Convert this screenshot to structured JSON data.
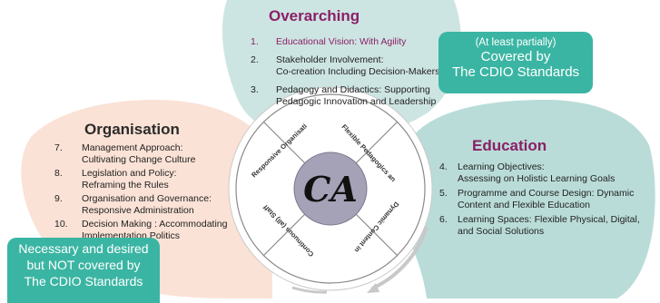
{
  "colors": {
    "overarching_bg": "#cde5e2",
    "organisation_bg": "#fbe2d6",
    "education_bg": "#b9dcd8",
    "box_teal": "#3bb5a3",
    "accent_purple": "#8b1f67",
    "ring": "#ffffff",
    "center_disc": "#a5a1b6"
  },
  "overarching": {
    "title": "Overarching",
    "items": [
      {
        "num": "1.",
        "text": "Educational Vision: With Agility"
      },
      {
        "num": "2.",
        "text": "Stakeholder Involvement:",
        "text2": "Co-creation Including Decision-Makers"
      },
      {
        "num": "3.",
        "text": "Pedagogy and Didactics: Supporting",
        "text2": "Pedagogic Innovation and Leadership"
      }
    ]
  },
  "organisation": {
    "title": "Organisation",
    "items": [
      {
        "num": "7.",
        "text": "Management Approach:",
        "text2": "Cultivating Change Culture"
      },
      {
        "num": "8.",
        "text": "Legislation and Policy:",
        "text2": "Reframing the Rules"
      },
      {
        "num": "9.",
        "text": "Organisation and Governance:",
        "text2": "Responsive Administration"
      },
      {
        "num": "10.",
        "text": "Decision Making : Accommodating",
        "text2": "Implementation Politics"
      }
    ]
  },
  "education": {
    "title": "Education",
    "items": [
      {
        "num": "4.",
        "text": "Learning Objectives:",
        "text2": "Assessing on Holistic Learning Goals"
      },
      {
        "num": "5.",
        "text": "Programme and Course Design: Dynamic",
        "text2": "Content and Flexible Education"
      },
      {
        "num": "6.",
        "text": "Learning Spaces: Flexible Physical, Digital,",
        "text2": "and Social Solutions"
      }
    ]
  },
  "covered_box": {
    "line1": "(At least partially)",
    "line2": "Covered by",
    "line3": "The CDIO Standards"
  },
  "not_covered_box": {
    "line1": "Necessary and desired",
    "line2": "but NOT covered by",
    "line3": "The CDIO Standards"
  },
  "wheel": {
    "segments": [
      "Flexible Pedagogics and Didactics",
      "Dynamic Content in courses",
      "Continuous (all) Staff Development",
      "Responsive Organisation / Management"
    ],
    "logo": "CA"
  }
}
